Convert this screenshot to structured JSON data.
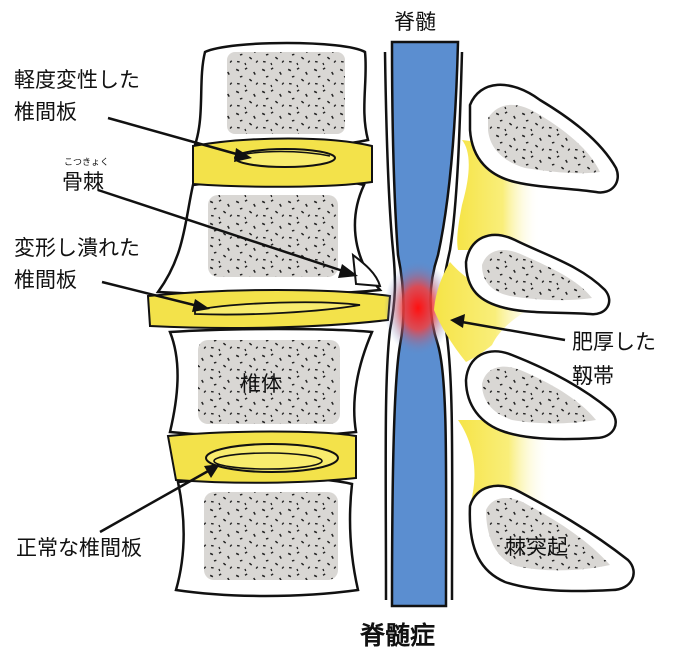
{
  "diagram": {
    "title": "脊髄症",
    "labels": {
      "spinal_cord": "脊髄",
      "degenerated_disc_line1": "軽度変性した",
      "degenerated_disc_line2": "椎間板",
      "osteophyte": "骨棘",
      "osteophyte_ruby": "こつきょく",
      "crushed_disc_line1": "変形し潰れた",
      "crushed_disc_line2": "椎間板",
      "vertebral_body": "椎体",
      "normal_disc": "正常な椎間板",
      "ligament_line1": "肥厚した",
      "ligament_line2": "靱帯",
      "spinous_process": "棘突起"
    },
    "colors": {
      "spinal_cord": "#5b8ed0",
      "compression": "#e8222a",
      "disc": "#f3e24a",
      "ligament": "#f7e95a",
      "bone_fill": "#d9d7d4",
      "bone_rim": "#ffffff",
      "outline": "#111111"
    }
  }
}
